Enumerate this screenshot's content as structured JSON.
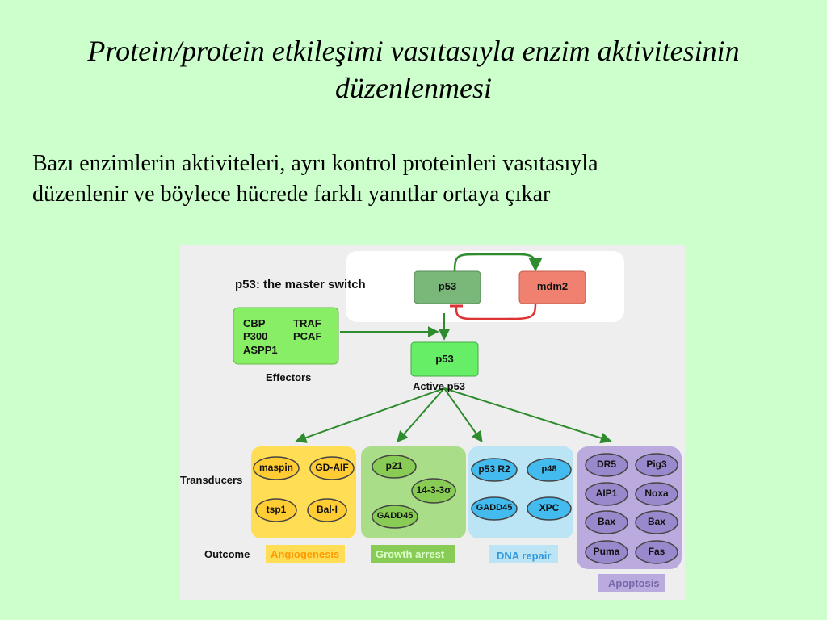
{
  "slide": {
    "title_line1": "Protein/protein etkileşimi vasıtasıyla enzim aktivitesinin",
    "title_line2": "düzenlenmesi",
    "body_line1": "Bazı enzimlerin aktiviteleri, ayrı kontrol proteinleri vasıtasıyla",
    "body_line2": "düzenlenir ve böylece hücrede farklı yanıtlar ortaya çıkar"
  },
  "diagram": {
    "header": "p53: the master switch",
    "p53_inactive": "p53",
    "mdm2": "mdm2",
    "active_p53": "p53",
    "active_label": "Active p53",
    "effectors": [
      "CBP",
      "TRAF",
      "P300",
      "PCAF",
      "ASPP1"
    ],
    "effectors_label": "Effectors",
    "transducers_label": "Transducers",
    "outcome_label": "Outcome",
    "groups": {
      "angiogenesis": {
        "items": [
          "maspin",
          "GD-AIF",
          "tsp1",
          "Bal-I"
        ],
        "outcome": "Angiogenesis"
      },
      "growth_arrest": {
        "items": [
          "p21",
          "14-3-3σ",
          "GADD45"
        ],
        "outcome": "Growth arrest"
      },
      "dna_repair": {
        "items": [
          "p53 R2",
          "p48",
          "GADD45",
          "XPC"
        ],
        "outcome": "DNA repair"
      },
      "apoptosis": {
        "items": [
          "DR5",
          "Pig3",
          "AIP1",
          "Noxa",
          "Bax",
          "Bax",
          "Puma",
          "Fas"
        ],
        "outcome": "Apoptosis"
      }
    },
    "colors": {
      "figure_bg": "#eeeeee",
      "p53_box": "#7ab87a",
      "mdm2_box": "#f08070",
      "active_box": "#66ee66",
      "effectors_box": "#88ee66",
      "arrow_green": "#2e8b2e",
      "arrow_red": "#dd3333",
      "angiogenesis_bg": "#ffdd55",
      "angiogenesis_oval": "#ffcc33",
      "growth_bg": "#aadd88",
      "growth_oval": "#88cc55",
      "dna_bg": "#bbe4f4",
      "dna_oval": "#44bbee",
      "apoptosis_bg": "#bbaadd",
      "apoptosis_oval": "#9988cc",
      "angiogenesis_text": "#ff9900",
      "growth_text": "#ddffcc",
      "dna_text": "#3399dd",
      "apoptosis_text": "#7766aa"
    }
  }
}
